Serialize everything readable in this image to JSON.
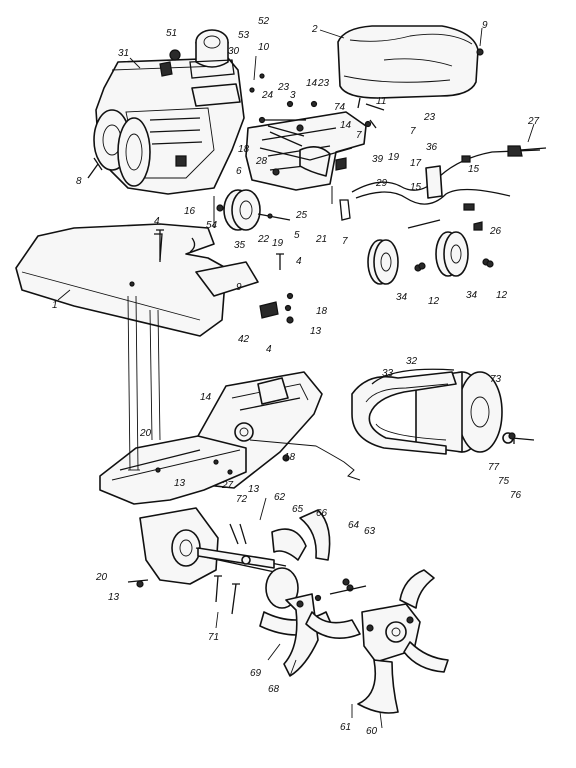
{
  "callouts": [
    {
      "id": "c-2",
      "text": "2"
    },
    {
      "id": "c-9a",
      "text": "9"
    },
    {
      "id": "c-51",
      "text": "51"
    },
    {
      "id": "c-53",
      "text": "53"
    },
    {
      "id": "c-52",
      "text": "52"
    },
    {
      "id": "c-30",
      "text": "30"
    },
    {
      "id": "c-10",
      "text": "10"
    },
    {
      "id": "c-31",
      "text": "31"
    },
    {
      "id": "c-3",
      "text": "3"
    },
    {
      "id": "c-14a",
      "text": "14"
    },
    {
      "id": "c-23a",
      "text": "23"
    },
    {
      "id": "c-23b",
      "text": "23"
    },
    {
      "id": "c-24",
      "text": "24"
    },
    {
      "id": "c-74",
      "text": "74"
    },
    {
      "id": "c-11",
      "text": "11"
    },
    {
      "id": "c-23c",
      "text": "23"
    },
    {
      "id": "c-7a",
      "text": "7"
    },
    {
      "id": "c-14b",
      "text": "14"
    },
    {
      "id": "c-27",
      "text": "27"
    },
    {
      "id": "c-18a",
      "text": "18"
    },
    {
      "id": "c-7b",
      "text": "7"
    },
    {
      "id": "c-36",
      "text": "36"
    },
    {
      "id": "c-28",
      "text": "28"
    },
    {
      "id": "c-39",
      "text": "39"
    },
    {
      "id": "c-19a",
      "text": "19"
    },
    {
      "id": "c-6",
      "text": "6"
    },
    {
      "id": "c-29",
      "text": "29"
    },
    {
      "id": "c-17",
      "text": "17"
    },
    {
      "id": "c-15a",
      "text": "15"
    },
    {
      "id": "c-15b",
      "text": "15"
    },
    {
      "id": "c-8",
      "text": "8"
    },
    {
      "id": "c-16",
      "text": "16"
    },
    {
      "id": "c-25",
      "text": "25"
    },
    {
      "id": "c-54",
      "text": "54"
    },
    {
      "id": "c-35",
      "text": "35"
    },
    {
      "id": "c-22",
      "text": "22"
    },
    {
      "id": "c-19b",
      "text": "19"
    },
    {
      "id": "c-5",
      "text": "5"
    },
    {
      "id": "c-21",
      "text": "21"
    },
    {
      "id": "c-7c",
      "text": "7"
    },
    {
      "id": "c-26",
      "text": "26"
    },
    {
      "id": "c-4a",
      "text": "4"
    },
    {
      "id": "c-4b",
      "text": "4"
    },
    {
      "id": "c-9b",
      "text": "9"
    },
    {
      "id": "c-34a",
      "text": "34"
    },
    {
      "id": "c-12a",
      "text": "12"
    },
    {
      "id": "c-34b",
      "text": "34"
    },
    {
      "id": "c-12b",
      "text": "12"
    },
    {
      "id": "c-1",
      "text": "1"
    },
    {
      "id": "c-18b",
      "text": "18"
    },
    {
      "id": "c-42",
      "text": "42"
    },
    {
      "id": "c-13a",
      "text": "13"
    },
    {
      "id": "c-4c",
      "text": "4"
    },
    {
      "id": "c-33",
      "text": "33"
    },
    {
      "id": "c-32",
      "text": "32"
    },
    {
      "id": "c-73",
      "text": "73"
    },
    {
      "id": "c-14c",
      "text": "14"
    },
    {
      "id": "c-20a",
      "text": "20"
    },
    {
      "id": "c-13b",
      "text": "13"
    },
    {
      "id": "c-18c",
      "text": "18"
    },
    {
      "id": "c-77",
      "text": "77"
    },
    {
      "id": "c-75",
      "text": "75"
    },
    {
      "id": "c-76",
      "text": "76"
    },
    {
      "id": "c-27b",
      "text": "27"
    },
    {
      "id": "c-13c",
      "text": "13"
    },
    {
      "id": "c-72",
      "text": "72"
    },
    {
      "id": "c-62",
      "text": "62"
    },
    {
      "id": "c-65",
      "text": "65"
    },
    {
      "id": "c-66",
      "text": "66"
    },
    {
      "id": "c-64",
      "text": "64"
    },
    {
      "id": "c-63",
      "text": "63"
    },
    {
      "id": "c-20b",
      "text": "20"
    },
    {
      "id": "c-13d",
      "text": "13"
    },
    {
      "id": "c-71",
      "text": "71"
    },
    {
      "id": "c-69",
      "text": "69"
    },
    {
      "id": "c-68",
      "text": "68"
    },
    {
      "id": "c-61",
      "text": "61"
    },
    {
      "id": "c-60",
      "text": "60"
    }
  ]
}
